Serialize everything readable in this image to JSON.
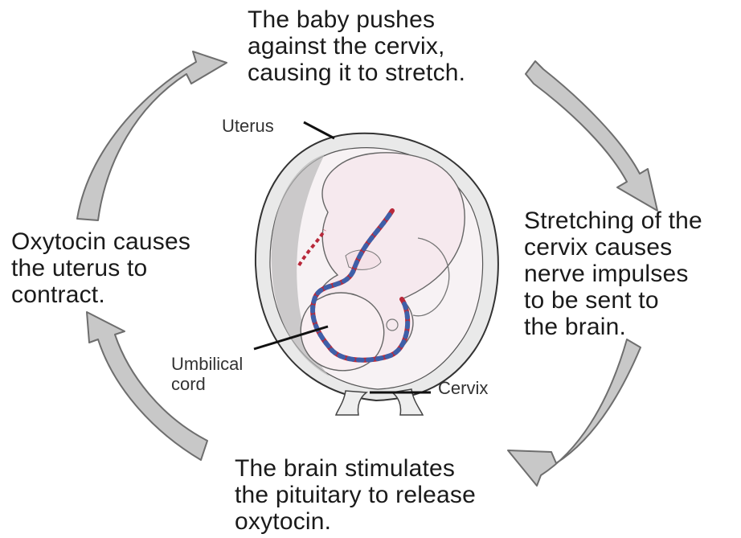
{
  "cycle_steps": {
    "top": "The baby pushes\nagainst the cervix,\ncausing it to stretch.",
    "right": "Stretching of the\ncervix causes\nnerve impulses\nto be sent to\nthe brain.",
    "bottom": "The brain stimulates\nthe pituitary to release\noxytocin.",
    "left": "Oxytocin causes\nthe uterus to\ncontract."
  },
  "labels": {
    "uterus": "Uterus",
    "umbilical_cord": "Umbilical\ncord",
    "cervix": "Cervix"
  },
  "colors": {
    "arrow_fill": "#c8c8c8",
    "arrow_stroke": "#6e6e6e",
    "cord_red": "#b8283a",
    "cord_blue": "#3f5fa8",
    "skin": "#f6e9ee"
  }
}
